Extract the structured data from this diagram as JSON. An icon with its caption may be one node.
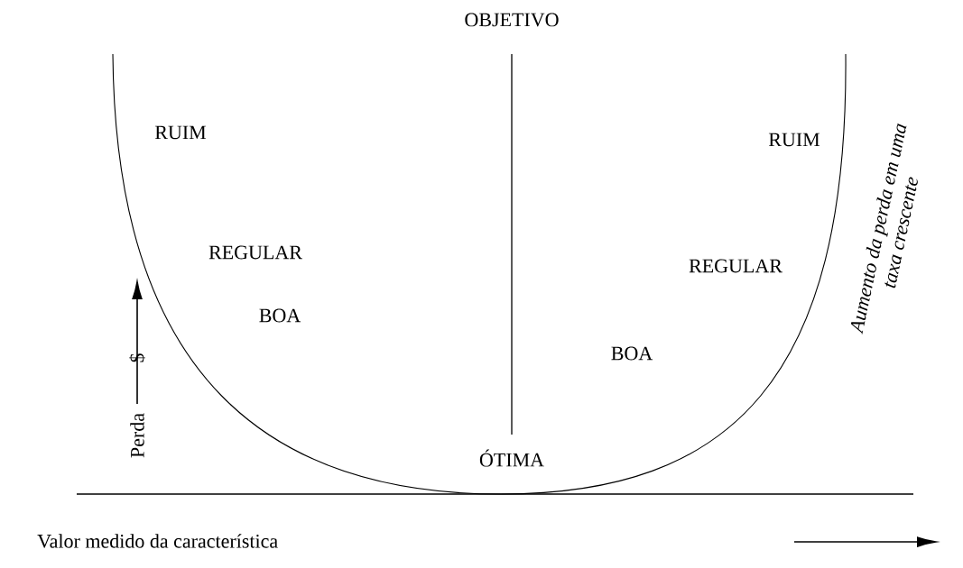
{
  "diagram": {
    "labels": [
      "OBJETIVO",
      "RUIM",
      "RUIM",
      "REGULAR",
      "REGULAR",
      "BOA",
      "BOA",
      "ÓTIMA",
      "$",
      "Perda",
      "Aumento da perda em uma taxa crescente",
      "Valor medido da característica"
    ]
  }
}
